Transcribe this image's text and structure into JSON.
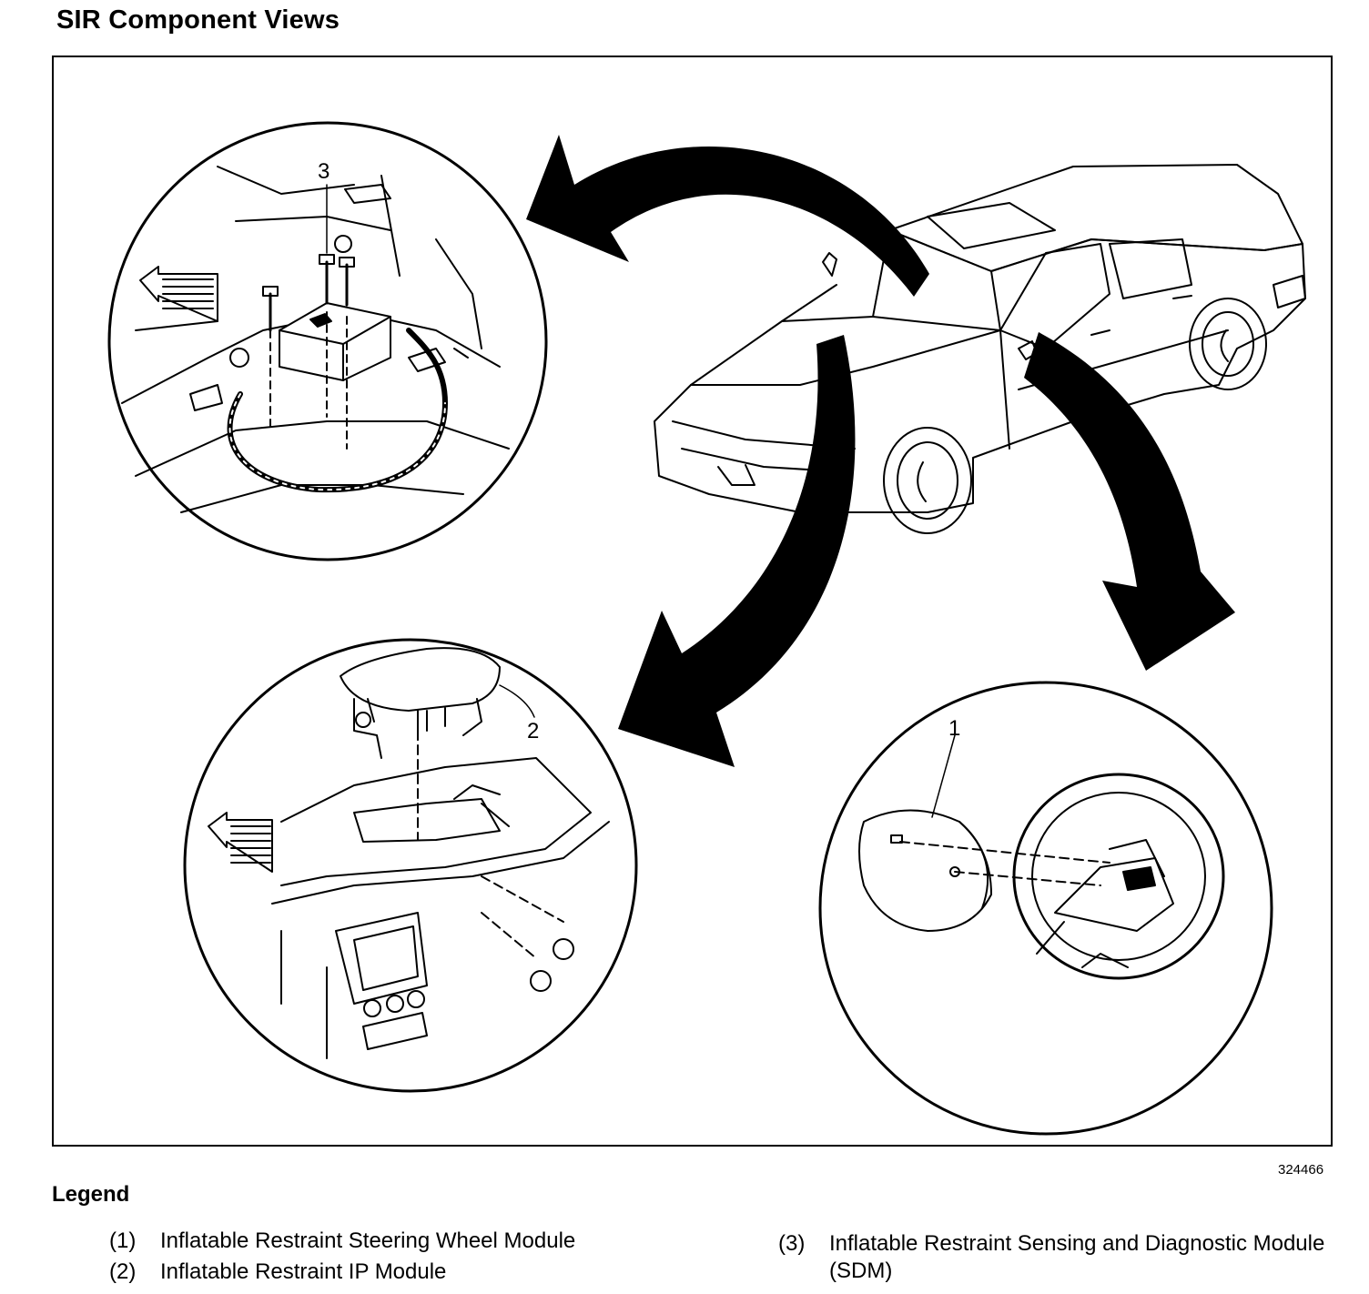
{
  "title": "SIR Component Views",
  "figure_id": "324466",
  "legend": {
    "heading": "Legend",
    "items": [
      {
        "num": "(1)",
        "text": "Inflatable Restraint Steering Wheel Module"
      },
      {
        "num": "(2)",
        "text": "Inflatable Restraint IP Module"
      },
      {
        "num": "(3)",
        "text": "Inflatable Restraint Sensing and Diagnostic Module (SDM)"
      }
    ]
  },
  "callouts": {
    "c1": "1",
    "c2": "2",
    "c3": "3"
  }
}
